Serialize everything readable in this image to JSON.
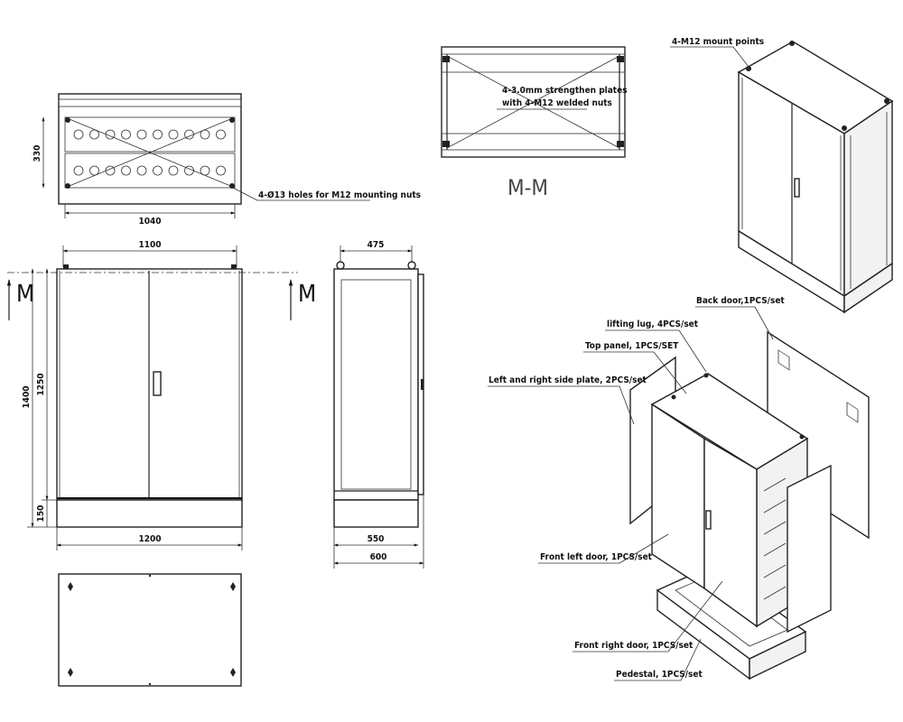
{
  "top_view": {
    "dim_width": "1040",
    "dim_height": "330",
    "holes_note": "4-Ø13 holes for M12 mounting nuts"
  },
  "front_view": {
    "dim_inner_width": "1100",
    "dim_total_width": "1200",
    "dim_total_height": "1400",
    "dim_body_height": "1250",
    "dim_base_height": "150",
    "section_mark": "M"
  },
  "side_view": {
    "dim_top": "475",
    "dim_depth_body": "550",
    "dim_depth_total": "600"
  },
  "section_view": {
    "note_line1": "4-3.0mm strengthen plates",
    "note_line2": "with 4-M12 welded nuts",
    "title": "M-M"
  },
  "iso_assembled": {
    "mount_note": "4-M12 mount points"
  },
  "exploded": {
    "back_door": "Back door,1PCS/set",
    "lifting_lug": "lifting lug, 4PCS/set",
    "top_panel": "Top panel, 1PCS/SET",
    "side_plate": "Left and right side plate, 2PCS/set",
    "front_left_door": "Front left door, 1PCS/set",
    "front_right_door": "Front right door, 1PCS/set",
    "pedestal": "Pedestal, 1PCS/set"
  }
}
